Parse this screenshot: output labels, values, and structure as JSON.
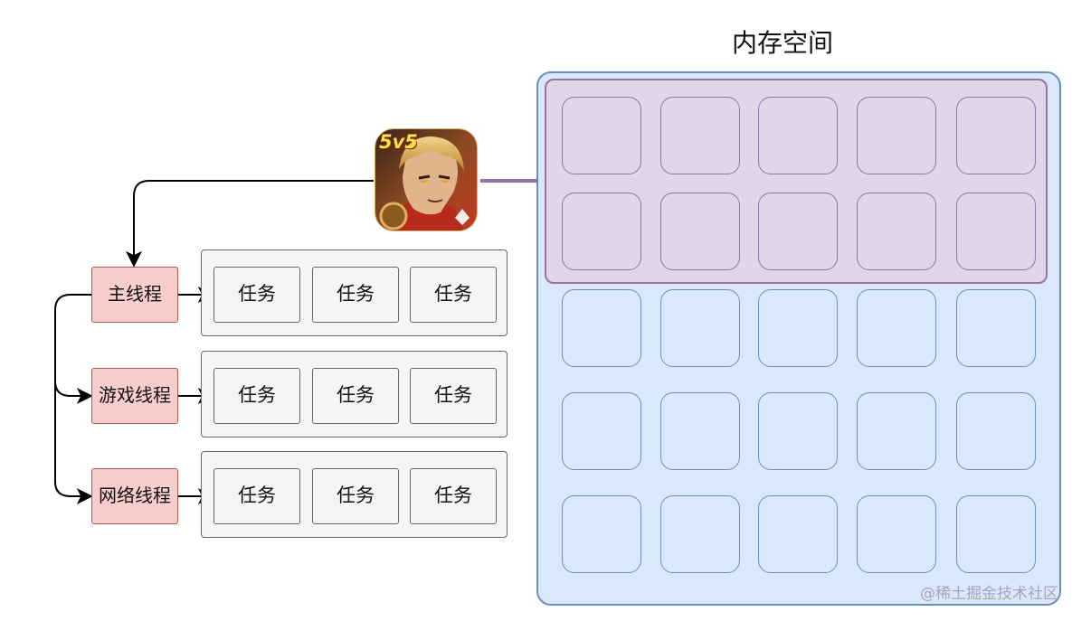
{
  "memory": {
    "title": "内存空间",
    "rows": 5,
    "cols": 5,
    "game_rows": 2
  },
  "game": {
    "icon_name": "game-app-icon",
    "badge": "5v5"
  },
  "threads": [
    {
      "label": "主线程",
      "tasks": [
        "任务",
        "任务",
        "任务"
      ]
    },
    {
      "label": "游戏线程",
      "tasks": [
        "任务",
        "任务",
        "任务"
      ]
    },
    {
      "label": "网络线程",
      "tasks": [
        "任务",
        "任务",
        "任务"
      ]
    }
  ],
  "watermark": "@稀土掘金技术社区",
  "colors": {
    "memory_fill": "#dae8fc",
    "memory_stroke": "#6c8ebf",
    "game_fill": "#e1d5e7",
    "game_stroke": "#9673a6",
    "thread_fill": "#f8cecc",
    "thread_stroke": "#b85450",
    "task_fill": "#f5f5f5",
    "task_stroke": "#666666"
  }
}
